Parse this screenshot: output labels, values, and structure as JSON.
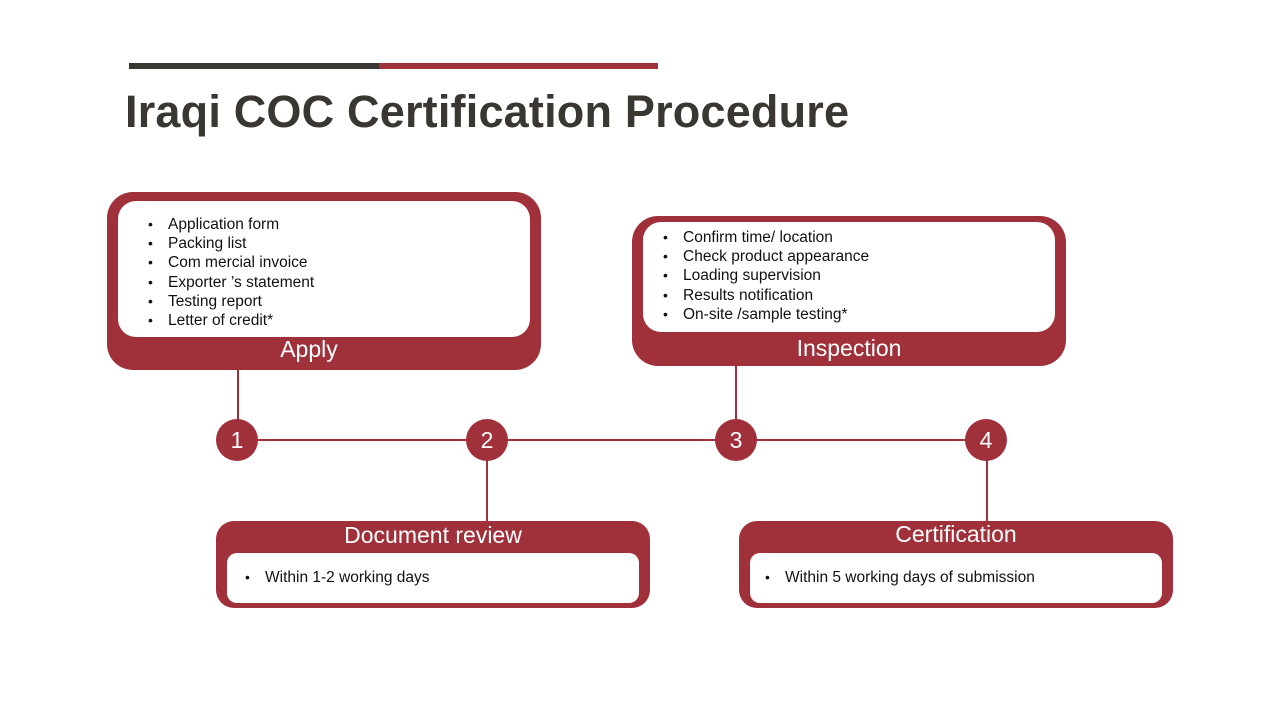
{
  "title": "Iraqi COC Certification Procedure",
  "colors": {
    "accent": "#a0313a",
    "dark": "#3a3733",
    "background": "#ffffff"
  },
  "steps": [
    {
      "number": "1",
      "label": "Apply",
      "items": [
        "Application  form",
        "Packing list",
        "Com mercial invoice",
        "Exporter ’s statement",
        "Testing report",
        "Letter  of  credit*"
      ]
    },
    {
      "number": "2",
      "label": "Document review",
      "items": [
        "Within  1-2 working days"
      ]
    },
    {
      "number": "3",
      "label": "Inspection",
      "items": [
        "Confirm  time/ location",
        "Check product  appearance",
        "Loading supervision",
        "Results notification",
        "On-site  /sample testing*"
      ]
    },
    {
      "number": "4",
      "label": "Certification",
      "items": [
        "Within  5 working days of submission"
      ]
    }
  ]
}
